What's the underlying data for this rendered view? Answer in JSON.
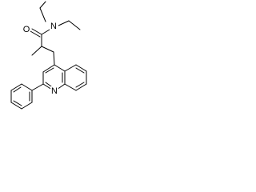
{
  "molecule": {
    "atoms": {
      "carbonyl_oxygen": "O",
      "amide_nitrogen": "N",
      "ring_nitrogen": "N"
    },
    "colors": {
      "bond": "#000000",
      "label": "#000000",
      "background": "#ffffff"
    }
  }
}
